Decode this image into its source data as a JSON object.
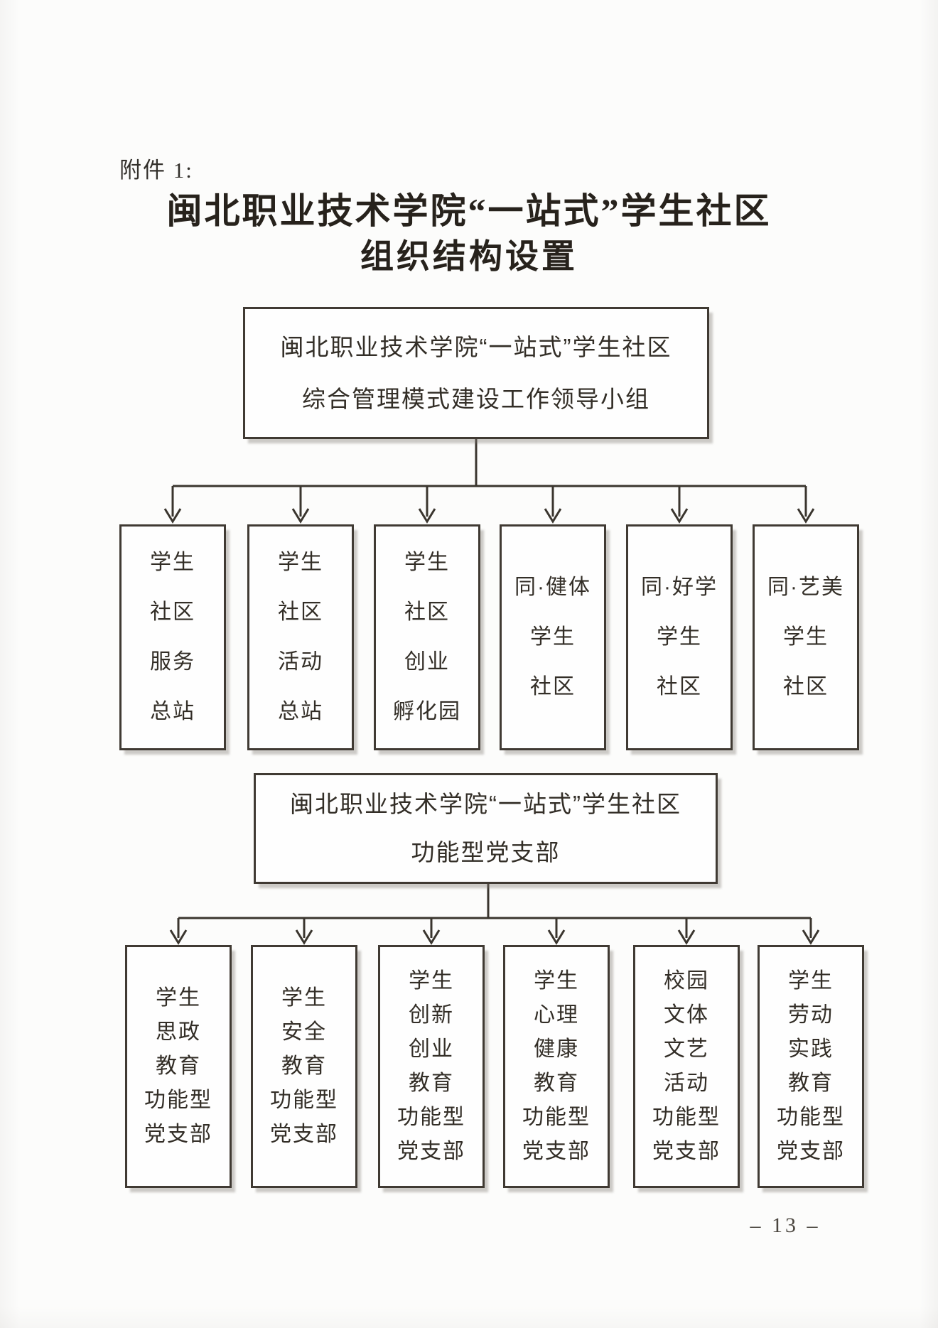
{
  "page": {
    "attachment_label": "附件 1:",
    "title_line1": "闽北职业技术学院“一站式”学生社区",
    "title_line2": "组织结构设置",
    "page_number": "– 13 –"
  },
  "tree1": {
    "root_line1": "闽北职业技术学院“一站式”学生社区",
    "root_line2": "综合管理模式建设工作领导小组",
    "children": [
      {
        "label": "学生\n社区\n服务\n总站"
      },
      {
        "label": "学生\n社区\n活动\n总站"
      },
      {
        "label": "学生\n社区\n创业\n孵化园"
      },
      {
        "label": "同·健体\n学生\n社区"
      },
      {
        "label": "同·好学\n学生\n社区"
      },
      {
        "label": "同·艺美\n学生\n社区"
      }
    ]
  },
  "tree2": {
    "root_line1": "闽北职业技术学院“一站式”学生社区",
    "root_line2": "功能型党支部",
    "children": [
      {
        "label": "学生\n思政\n教育\n功能型\n党支部"
      },
      {
        "label": "学生\n安全\n教育\n功能型\n党支部"
      },
      {
        "label": "学生\n创新\n创业\n教育\n功能型\n党支部"
      },
      {
        "label": "学生\n心理\n健康\n教育\n功能型\n党支部"
      },
      {
        "label": "校园\n文体\n文艺\n活动\n功能型\n党支部"
      },
      {
        "label": "学生\n劳动\n实践\n教育\n功能型\n党支部"
      }
    ]
  },
  "colors": {
    "ink": "#3a352e",
    "border": "#403a33",
    "background": "#fcfcfb"
  }
}
